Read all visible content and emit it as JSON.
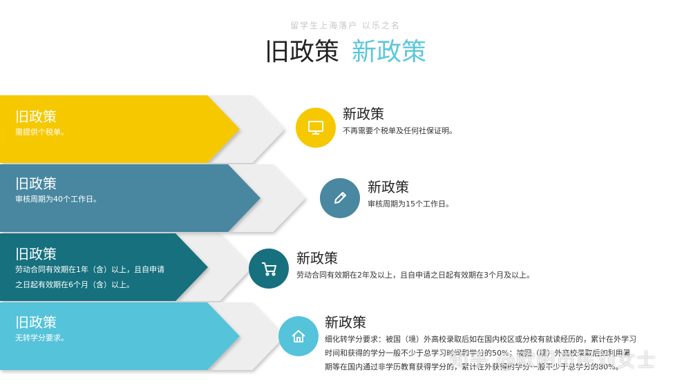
{
  "header": {
    "subtitle": "留学生上海落户 以乐之名",
    "title_old": "旧政策",
    "title_new": "新政策"
  },
  "colors": {
    "row1": "#f6c800",
    "row2": "#4a87a0",
    "row3": "#16707e",
    "row4": "#55c3d9",
    "chevron": "#f0f0f0"
  },
  "rows": [
    {
      "old_title": "旧政策",
      "old_desc": [
        "需提供个税单。"
      ],
      "new_title": "新政策",
      "new_desc": [
        "不再需要个税单及任何社保证明。"
      ],
      "icon": "monitor-icon"
    },
    {
      "old_title": "旧政策",
      "old_desc": [
        "审核周期为40个工作日。"
      ],
      "new_title": "新政策",
      "new_desc": [
        "审核周期为15个工作日。"
      ],
      "icon": "pencil-icon"
    },
    {
      "old_title": "旧政策",
      "old_desc": [
        "劳动合同有效期在1年（含）以上，且自申请",
        "之日起有效期在6个月（含）以上。"
      ],
      "new_title": "新政策",
      "new_desc": [
        "劳动合同有效期在2年及以上，且自申请之日起有效期在3个月及以上。"
      ],
      "icon": "cart-icon"
    },
    {
      "old_title": "旧政策",
      "old_desc": [
        "无转学分要求。"
      ],
      "new_title": "新政策",
      "new_desc": [
        "细化转学分要求：被国（境）外高校录取后如在国内校区或分校有就读经历的，累计在外学习",
        "时间和获得的学分一般不少于总学习时间和学分的50%；被国（境）外高校录取后如利用暑",
        "期等在国内通过非学历教育获得学分的，累计在外获得的学分一般不少于总学分的80%。"
      ],
      "icon": "home-icon"
    }
  ],
  "watermark": "知乎 @欧阳市民刘女士"
}
